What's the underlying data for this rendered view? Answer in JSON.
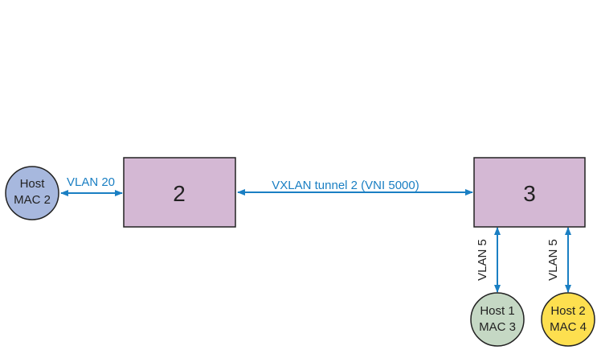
{
  "colors": {
    "link": "#1a7fc3",
    "switch_fill": "#d4b8d4",
    "stroke": "#222222",
    "host_mac2": "#a7b8de",
    "host1_mac3": "#c5d8c4",
    "host2_mac4": "#fddf4f"
  },
  "switches": {
    "left": {
      "label": "2"
    },
    "right": {
      "label": "3"
    }
  },
  "hosts": {
    "mac2": {
      "line1": "Host",
      "line2": "MAC 2"
    },
    "mac3": {
      "line1": "Host 1",
      "line2": "MAC 3"
    },
    "mac4": {
      "line1": "Host 2",
      "line2": "MAC 4"
    }
  },
  "links": {
    "vlan20": "VLAN 20",
    "tunnel": "VXLAN tunnel 2 (VNI 5000)",
    "vlan5_host1": "VLAN 5",
    "vlan5_host2": "VLAN 5"
  }
}
